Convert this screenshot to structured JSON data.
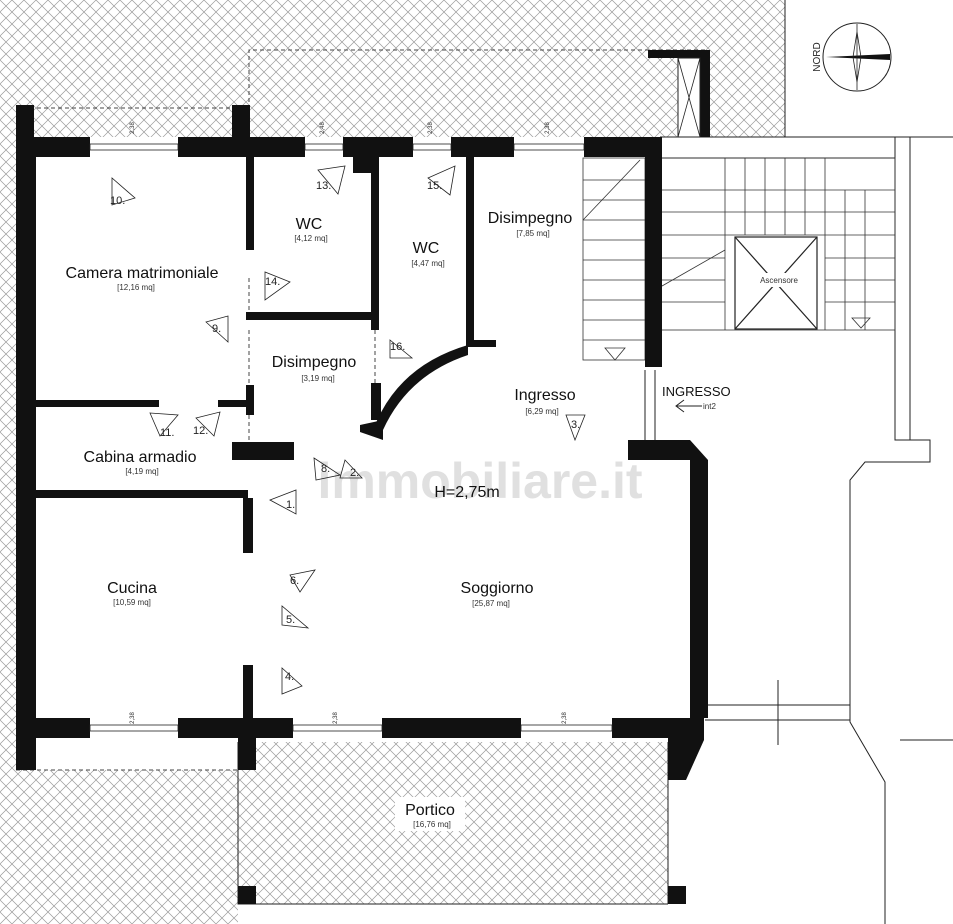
{
  "compass": {
    "label": "NORD"
  },
  "rooms": {
    "camera": {
      "name": "Camera matrimoniale",
      "area": "[12,16 mq]"
    },
    "wc1": {
      "name": "WC",
      "area": "[4,12 mq]"
    },
    "wc2": {
      "name": "WC",
      "area": "[4,47 mq]"
    },
    "dis1": {
      "name": "Disimpegno",
      "area": "[7,85 mq]"
    },
    "dis2": {
      "name": "Disimpegno",
      "area": "[3,19 mq]"
    },
    "ingresso": {
      "name": "Ingresso",
      "area": "[6,29 mq]"
    },
    "cabina": {
      "name": "Cabina armadio",
      "area": "[4,19 mq]"
    },
    "cucina": {
      "name": "Cucina",
      "area": "[10,59 mq]"
    },
    "soggiorno": {
      "name": "Soggiorno",
      "area": "[25,87 mq]"
    },
    "portico": {
      "name": "Portico",
      "area": "[16,76 mq]"
    }
  },
  "height_label": "H=2,75m",
  "entrance": {
    "label": "INGRESSO",
    "sub": "int2"
  },
  "elevator": {
    "label": "Ascensore"
  },
  "watermark": "immobiliare.it",
  "photo_markers": [
    "1.",
    "2.",
    "3.",
    "4.",
    "5.",
    "6.",
    "8.",
    "9.",
    "10.",
    "11.",
    "12.",
    "13.",
    "14.",
    "15.",
    "16."
  ],
  "window_labels": [
    "2,38",
    "2,48",
    "2,38",
    "2,38",
    "2,38",
    "2,38",
    "2,38"
  ]
}
